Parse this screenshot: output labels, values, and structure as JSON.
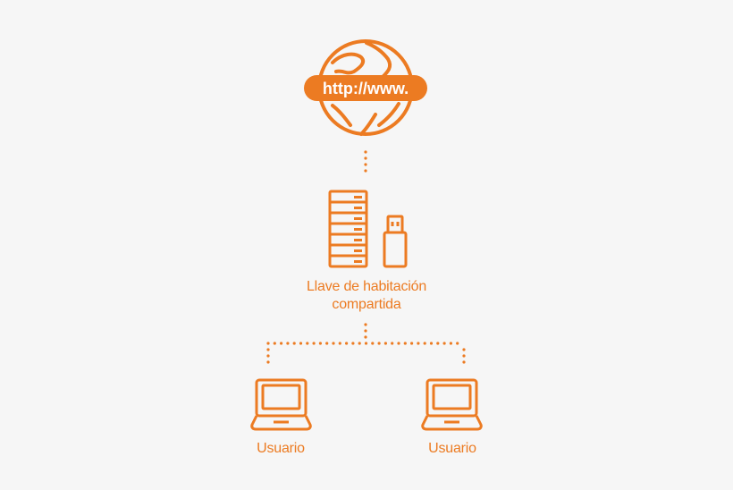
{
  "colors": {
    "accent": "#ec7b22",
    "background": "#f6f6f6",
    "on_accent": "#ffffff"
  },
  "globe": {
    "icon": "globe-icon",
    "url_text": "http://www."
  },
  "server": {
    "icons": [
      "server-rack-icon",
      "usb-key-icon"
    ],
    "label_line1": "Llave de habitación",
    "label_line2": "compartida"
  },
  "users": [
    {
      "icon": "laptop-icon",
      "label": "Usuario"
    },
    {
      "icon": "laptop-icon",
      "label": "Usuario"
    }
  ]
}
